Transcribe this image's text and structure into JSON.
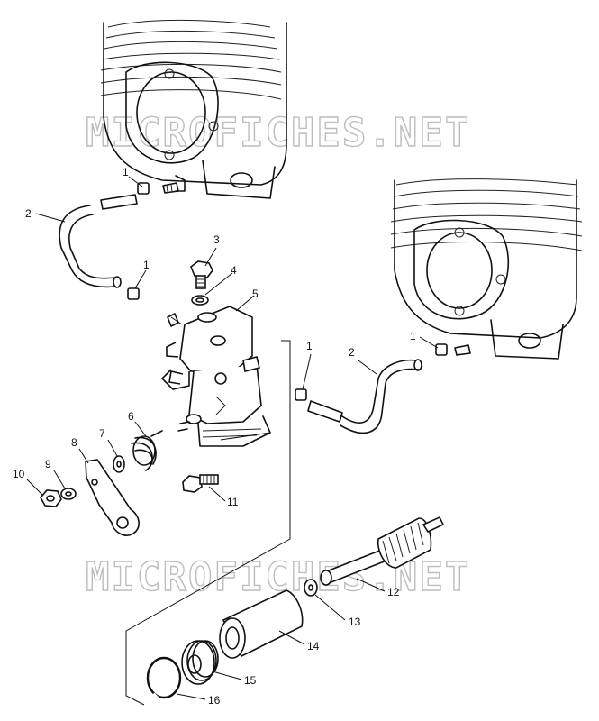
{
  "watermark": {
    "text": "MICROFICHES.NET"
  },
  "callouts": [
    {
      "id": "c1a",
      "label": "1"
    },
    {
      "id": "c2a",
      "label": "2"
    },
    {
      "id": "c1b",
      "label": "1"
    },
    {
      "id": "c3",
      "label": "3"
    },
    {
      "id": "c4",
      "label": "4"
    },
    {
      "id": "c5",
      "label": "5"
    },
    {
      "id": "c1c",
      "label": "1"
    },
    {
      "id": "c2b",
      "label": "2"
    },
    {
      "id": "c1d",
      "label": "1"
    },
    {
      "id": "c6",
      "label": "6"
    },
    {
      "id": "c7",
      "label": "7"
    },
    {
      "id": "c8",
      "label": "8"
    },
    {
      "id": "c9",
      "label": "9"
    },
    {
      "id": "c10",
      "label": "10"
    },
    {
      "id": "c11",
      "label": "11"
    },
    {
      "id": "c12",
      "label": "12"
    },
    {
      "id": "c13",
      "label": "13"
    },
    {
      "id": "c14",
      "label": "14"
    },
    {
      "id": "c15",
      "label": "15"
    },
    {
      "id": "c16",
      "label": "16"
    }
  ]
}
